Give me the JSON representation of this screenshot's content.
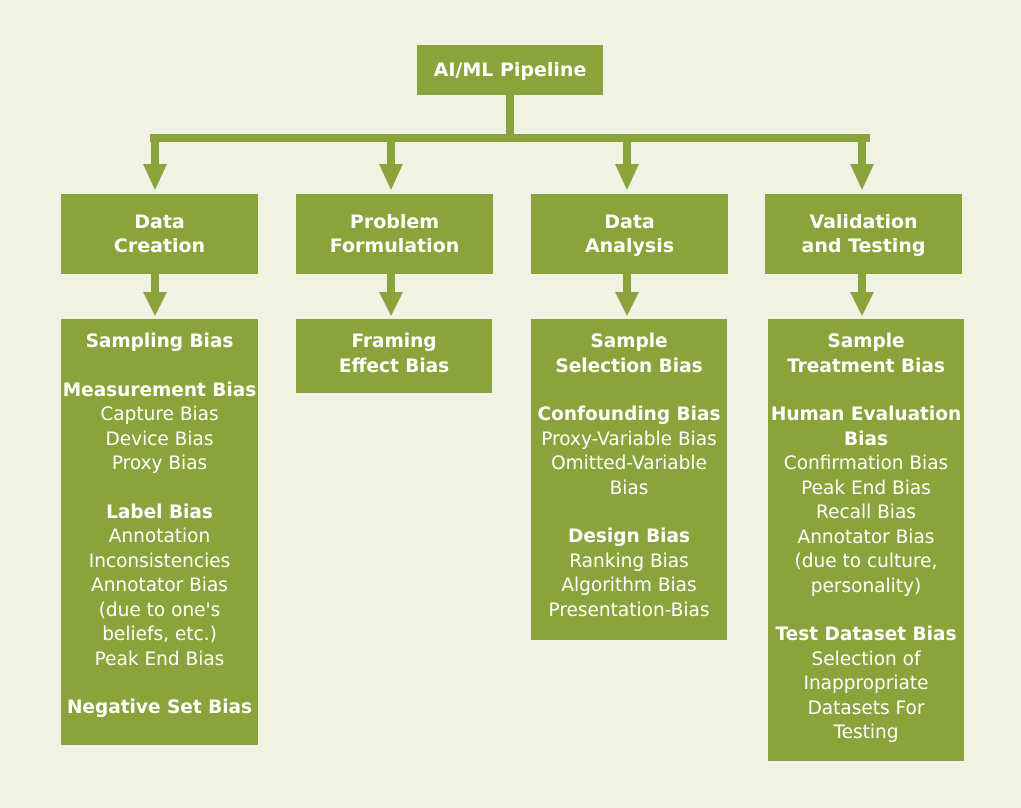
{
  "root": {
    "label": "AI/ML Pipeline"
  },
  "colors": {
    "box": "#8aa33a",
    "background": "#f0f2e3",
    "text": "#ffffff"
  },
  "stages": [
    {
      "title_lines": [
        "Data",
        "Creation"
      ],
      "groups": [
        {
          "title": "Sampling Bias",
          "items": []
        },
        {
          "title": "Measurement Bias",
          "items": [
            "Capture Bias",
            "Device Bias",
            "Proxy Bias"
          ]
        },
        {
          "title": "Label Bias",
          "items": [
            "Annotation",
            "Inconsistencies",
            "Annotator Bias",
            "(due to one's",
            "beliefs, etc.)",
            "Peak End Bias"
          ]
        },
        {
          "title": "Negative Set Bias",
          "items": []
        }
      ]
    },
    {
      "title_lines": [
        "Problem",
        "Formulation"
      ],
      "groups": [
        {
          "title": "Framing\nEffect Bias",
          "items": []
        }
      ]
    },
    {
      "title_lines": [
        "Data",
        "Analysis"
      ],
      "groups": [
        {
          "title": "Sample\nSelection Bias",
          "items": []
        },
        {
          "title": "Confounding Bias",
          "items": [
            "Proxy-Variable Bias",
            "Omitted-Variable",
            "Bias"
          ]
        },
        {
          "title": "Design Bias",
          "items": [
            "Ranking Bias",
            "Algorithm Bias",
            "Presentation-Bias"
          ]
        }
      ]
    },
    {
      "title_lines": [
        "Validation",
        "and Testing"
      ],
      "groups": [
        {
          "title": "Sample\nTreatment Bias",
          "items": []
        },
        {
          "title": "Human Evaluation\nBias",
          "items": [
            "Confirmation Bias",
            "Peak End Bias",
            "Recall Bias",
            "Annotator Bias",
            "(due to culture,",
            "personality)"
          ]
        },
        {
          "title": "Test Dataset Bias",
          "items": [
            "Selection of",
            "Inappropriate",
            "Datasets For",
            "Testing"
          ]
        }
      ]
    }
  ]
}
